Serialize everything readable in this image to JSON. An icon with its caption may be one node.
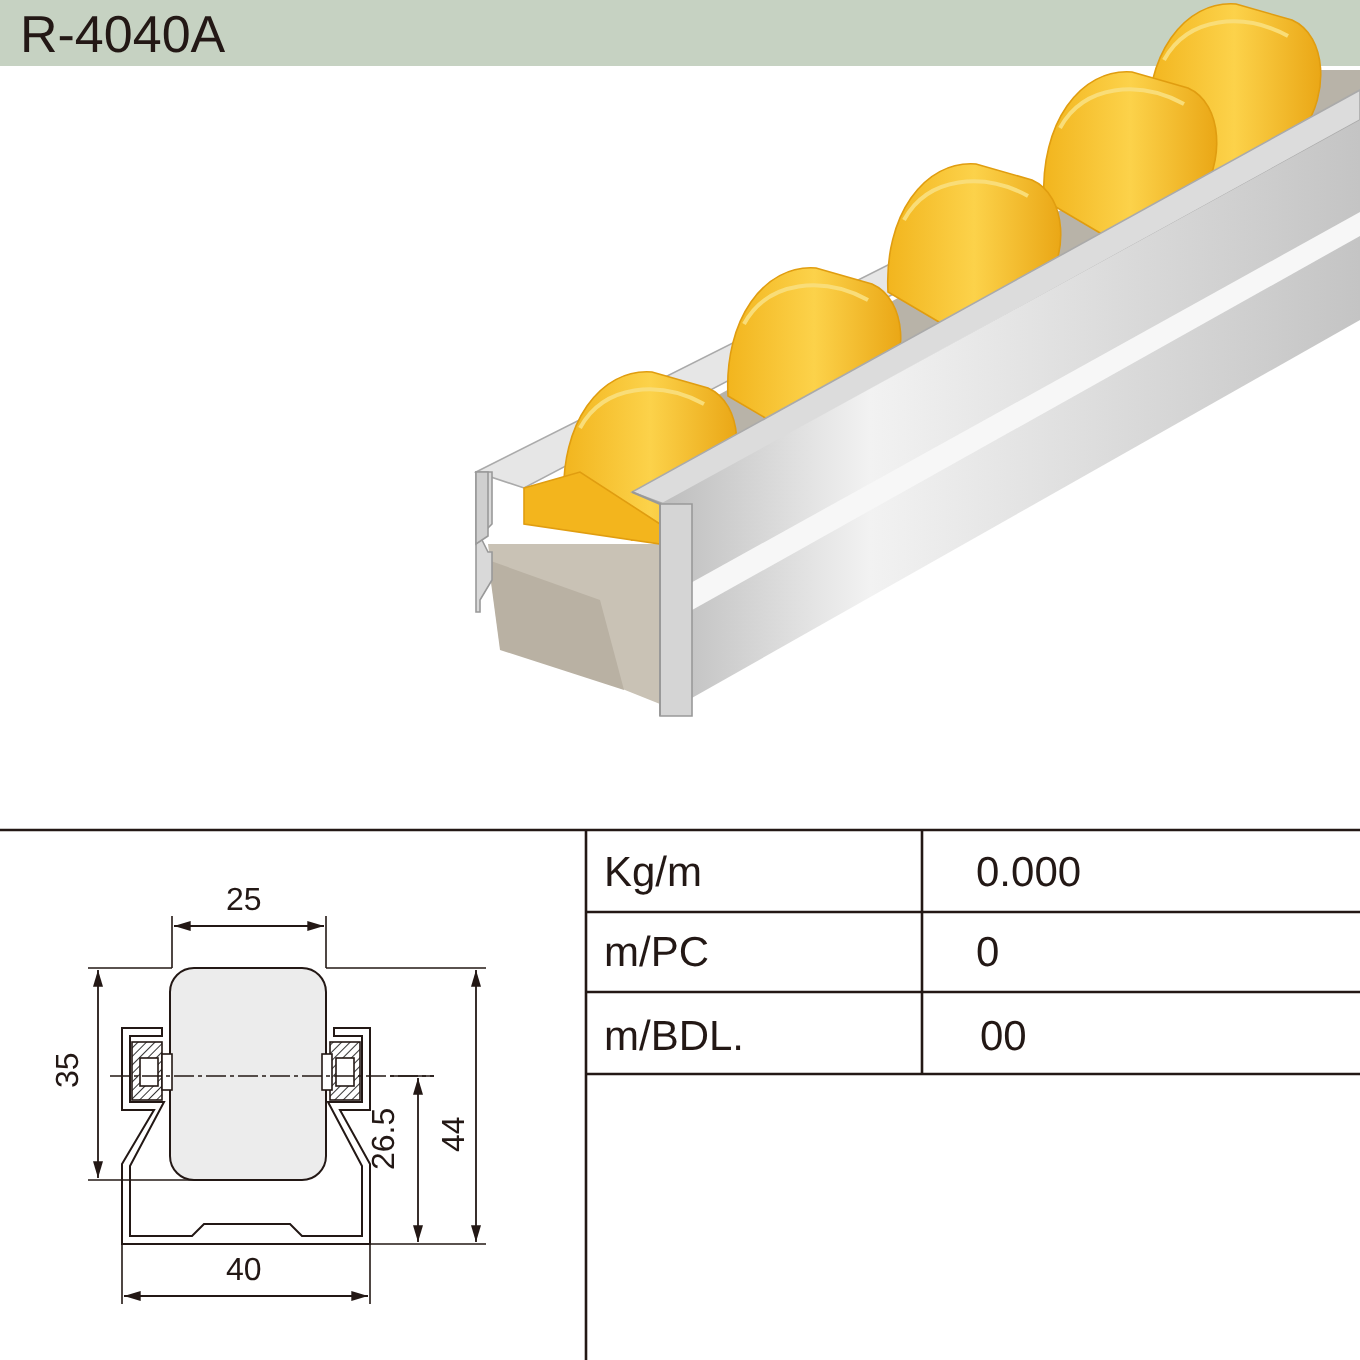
{
  "diagram": {
    "title": "R-4040A",
    "labels": [
      "25",
      "35",
      "26.5",
      "44",
      "40",
      "Kg/m",
      "0.000",
      "m/PC",
      "0",
      "m/BDL.",
      "00"
    ]
  }
}
